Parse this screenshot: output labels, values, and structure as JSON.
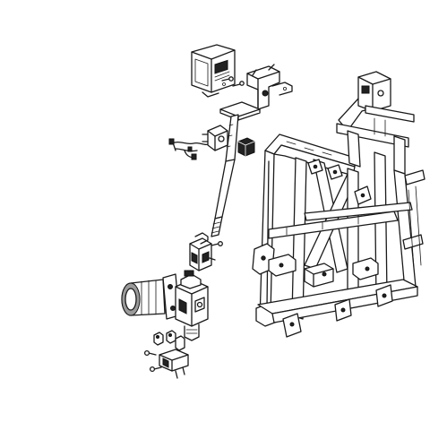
{
  "diagram": {
    "colors": {
      "background": "#ffffff",
      "line": "#1a1a1a",
      "shade": "#9a9a9a"
    },
    "parts": [
      {
        "id": "control-module",
        "icon": "ecu-box"
      },
      {
        "id": "mounting-bracket",
        "icon": "bracket"
      },
      {
        "id": "wiring-harness",
        "icon": "wire"
      },
      {
        "id": "steering-column",
        "icon": "shaft"
      },
      {
        "id": "clamp-collar",
        "icon": "collar"
      },
      {
        "id": "bushing",
        "icon": "bushing"
      },
      {
        "id": "universal-joint",
        "icon": "u-joint"
      },
      {
        "id": "power-steering-motor",
        "icon": "motor"
      },
      {
        "id": "steering-gearbox",
        "icon": "gearbox"
      },
      {
        "id": "lower-bracket",
        "icon": "bracket"
      },
      {
        "id": "vehicle-frame",
        "icon": "frame"
      }
    ]
  }
}
